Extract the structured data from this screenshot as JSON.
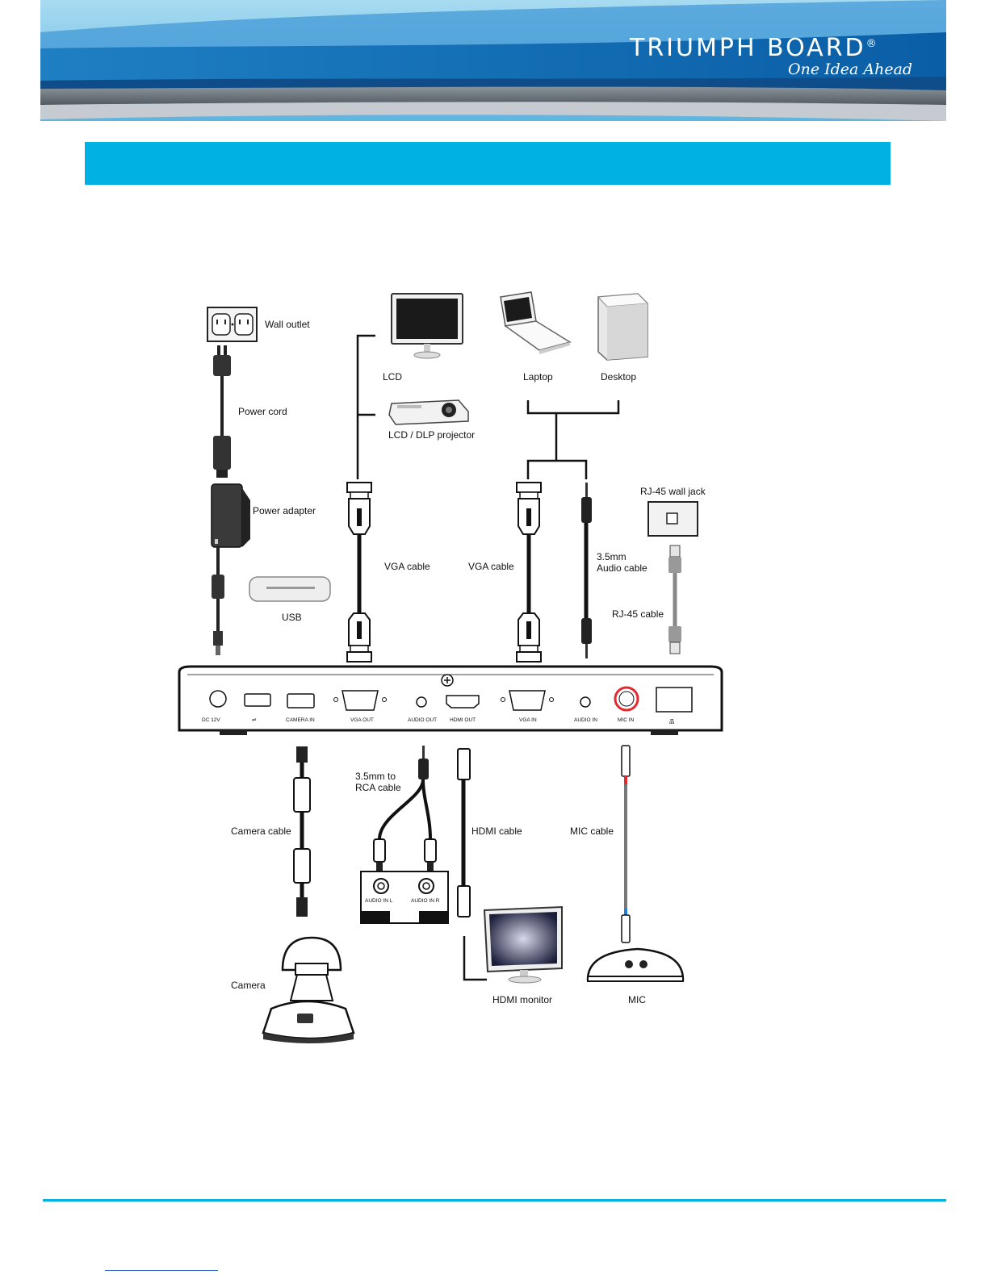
{
  "brand": {
    "name": "TRIUMPH BOARD",
    "reg": "®",
    "tagline": "One Idea Ahead"
  },
  "colors": {
    "accent": "#00b2e3",
    "mic_port": "#e5282f"
  },
  "labels": {
    "wall_outlet": "Wall outlet",
    "power_cord": "Power cord",
    "power_adapter": "Power adapter",
    "usb": "USB",
    "lcd": "LCD",
    "projector": "LCD / DLP projector",
    "laptop": "Laptop",
    "desktop": "Desktop",
    "vga_cable_out": "VGA cable",
    "vga_cable_in": "VGA cable",
    "audio_cable_1": "3.5mm",
    "audio_cable_2": "Audio cable",
    "rj45_wall_jack": "RJ-45 wall jack",
    "rj45_cable": "RJ-45 cable",
    "rca_cable_1": "3.5mm to",
    "rca_cable_2": "RCA cable",
    "camera_cable": "Camera cable",
    "hdmi_cable": "HDMI cable",
    "mic_cable": "MIC cable",
    "audio_in_l": "AUDIO IN L",
    "audio_in_r": "AUDIO IN R",
    "camera": "Camera",
    "hdmi_monitor": "HDMI monitor",
    "mic": "MIC"
  },
  "ports": {
    "dc": "DC 12V",
    "camera_in": "CAMERA IN",
    "vga_out": "VGA OUT",
    "audio_out": "AUDIO OUT",
    "hdmi_out": "HDMI OUT",
    "vga_in": "VGA IN",
    "audio_in": "AUDIO IN",
    "mic_in": "MIC IN"
  }
}
